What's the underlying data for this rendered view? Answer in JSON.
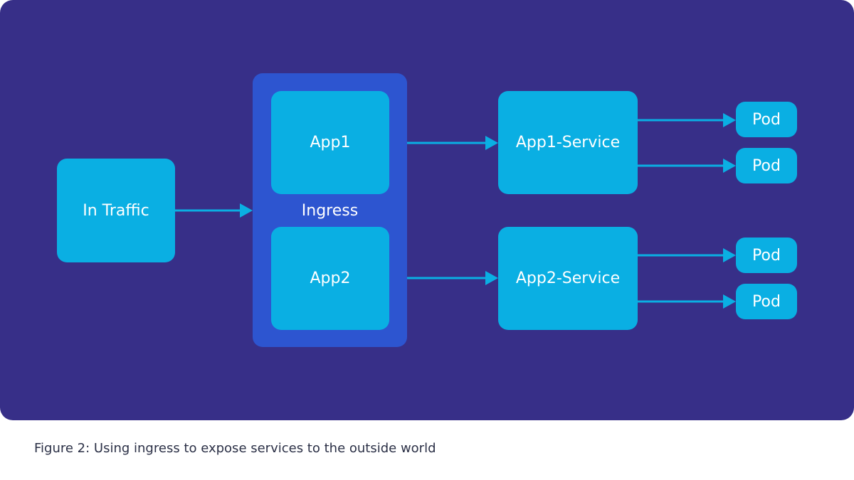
{
  "diagram": {
    "nodes": {
      "in_traffic": "In Traffic",
      "ingress": "Ingress",
      "app1": "App1",
      "app2": "App2",
      "app1_service": "App1-Service",
      "app2_service": "App2-Service",
      "pods": [
        "Pod",
        "Pod",
        "Pod",
        "Pod"
      ]
    },
    "edges": [
      {
        "from": "In Traffic",
        "to": "Ingress"
      },
      {
        "from": "App1",
        "to": "App1-Service"
      },
      {
        "from": "App2",
        "to": "App2-Service"
      },
      {
        "from": "App1-Service",
        "to": "Pod"
      },
      {
        "from": "App1-Service",
        "to": "Pod"
      },
      {
        "from": "App2-Service",
        "to": "Pod"
      },
      {
        "from": "App2-Service",
        "to": "Pod"
      }
    ],
    "colors": {
      "background": "#372f88",
      "ingress_container": "#2d55d0",
      "node_fill": "#0aafe3",
      "connector": "#0aafe3",
      "node_text": "#ffffff",
      "caption_text": "#2b3046"
    }
  },
  "caption": "Figure 2: Using ingress to expose services to the outside world"
}
